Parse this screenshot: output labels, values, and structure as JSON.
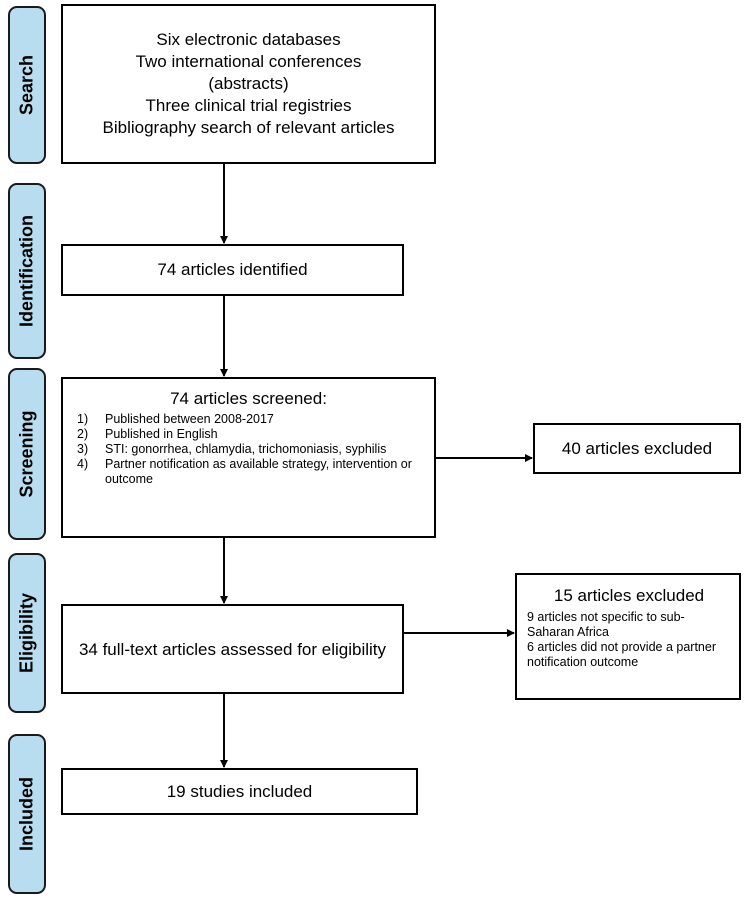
{
  "stages": [
    {
      "label": "Search"
    },
    {
      "label": "Identification"
    },
    {
      "label": "Screening"
    },
    {
      "label": "Eligibility"
    },
    {
      "label": "Included"
    }
  ],
  "search": {
    "lines": [
      "Six electronic databases",
      "Two international conferences",
      "(abstracts)",
      "Three clinical trial registries",
      "Bibliography search of relevant articles"
    ]
  },
  "identification": {
    "text": "74 articles identified"
  },
  "screening": {
    "title": "74 articles screened:",
    "criteria": [
      {
        "num": "1)",
        "text": "Published between 2008-2017"
      },
      {
        "num": "2)",
        "text": "Published in English"
      },
      {
        "num": "3)",
        "text": "STI: gonorrhea, chlamydia, trichomoniasis, syphilis"
      },
      {
        "num": "4)",
        "text": "Partner notification as available strategy, intervention or outcome"
      }
    ]
  },
  "excluded_screening": {
    "text": "40 articles excluded"
  },
  "eligibility": {
    "text": "34 full-text articles assessed for eligibility"
  },
  "excluded_eligibility": {
    "title": "15 articles excluded",
    "items": [
      "9 articles not specific to sub-Saharan Africa",
      "6 articles did not provide a partner notification outcome"
    ]
  },
  "included": {
    "text": "19 studies included"
  }
}
